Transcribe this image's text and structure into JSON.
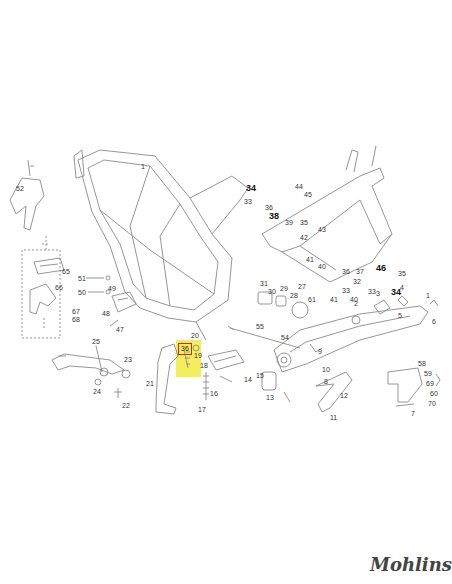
{
  "diagram": {
    "nodes": [
      {
        "text": [
          "36"
        ]
      }
    ],
    "labels": [
      "52",
      "1",
      "34",
      "44",
      "45",
      "33",
      "36",
      "38",
      "39",
      "35",
      "43",
      "42",
      "41",
      "40",
      "36",
      "37",
      "46",
      "35",
      "32",
      "33",
      "41",
      "40",
      "33",
      "34",
      "65",
      "66",
      "67",
      "68",
      "51",
      "50",
      "49",
      "48",
      "47",
      "31",
      "30",
      "29",
      "28",
      "27",
      "61",
      "3",
      "4",
      "1",
      "5",
      "6",
      "2",
      "55",
      "54",
      "9",
      "10",
      "8",
      "12",
      "11",
      "13",
      "7",
      "58",
      "59",
      "69",
      "60",
      "70",
      "25",
      "23",
      "24",
      "22",
      "21",
      "20",
      "19",
      "18",
      "16",
      "17",
      "14",
      "15",
      "Mohlins"
    ]
  }
}
